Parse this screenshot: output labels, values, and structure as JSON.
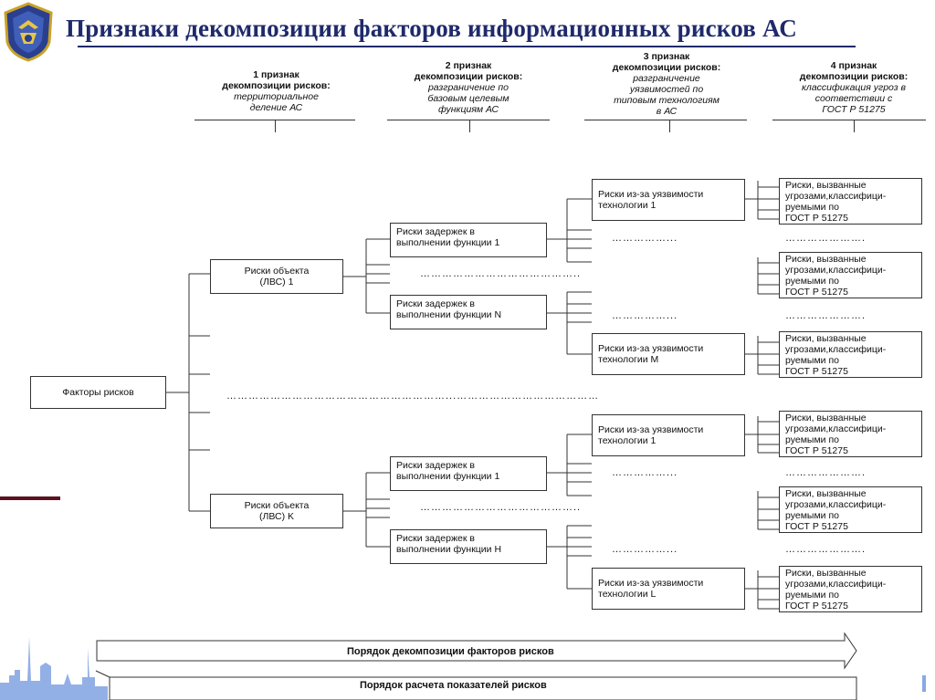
{
  "title": "Признаки декомпозиции факторов информационных рисков АС",
  "headers": [
    {
      "key": "1 признак\nдекомпозиции рисков:",
      "value": "территориальное\nделение АС"
    },
    {
      "key": "2 признак\nдекомпозиции рисков:",
      "value": "разграничение по\nбазовым целевым\nфункциям АС"
    },
    {
      "key": "3 признак\nдекомпозиции рисков:",
      "value": "разграничение\nуязвимостей по\nтиповым технологиям\nв  АС"
    },
    {
      "key": "4 признак\nдекомпозиции рисков:",
      "value": "классификация угроз в\nсоответствии с\nГОСТ Р 51275"
    }
  ],
  "root": "Факторы рисков",
  "objects": [
    "Риски объекта\n(ЛВС) 1",
    "Риски объекта\n(ЛВС) K"
  ],
  "functions": [
    "Риски задержек в\nвыполнении функции 1",
    "Риски задержек в\nвыполнении функции N",
    "Риски задержек в\nвыполнении функции 1",
    "Риски задержек в\nвыполнении функции H"
  ],
  "techs": [
    "Риски из-за уязвимости\nтехнологии 1",
    "Риски из-за уязвимости\nтехнологии M",
    "Риски из-за уязвимости\nтехнологии 1",
    "Риски из-за уязвимости\nтехнологии L"
  ],
  "gost": "Риски, вызванные\nугрозами,классифици-\nруемыми по\nГОСТ Р 51275",
  "dots": {
    "short": "……………...",
    "short2": "………………….",
    "medium": "……………………………………..",
    "long": "……………………………………………………...…………………………………"
  },
  "arrows": {
    "decomposition": "Порядок декомпозиции факторов рисков",
    "calculation": "Порядок расчета показателей рисков"
  }
}
